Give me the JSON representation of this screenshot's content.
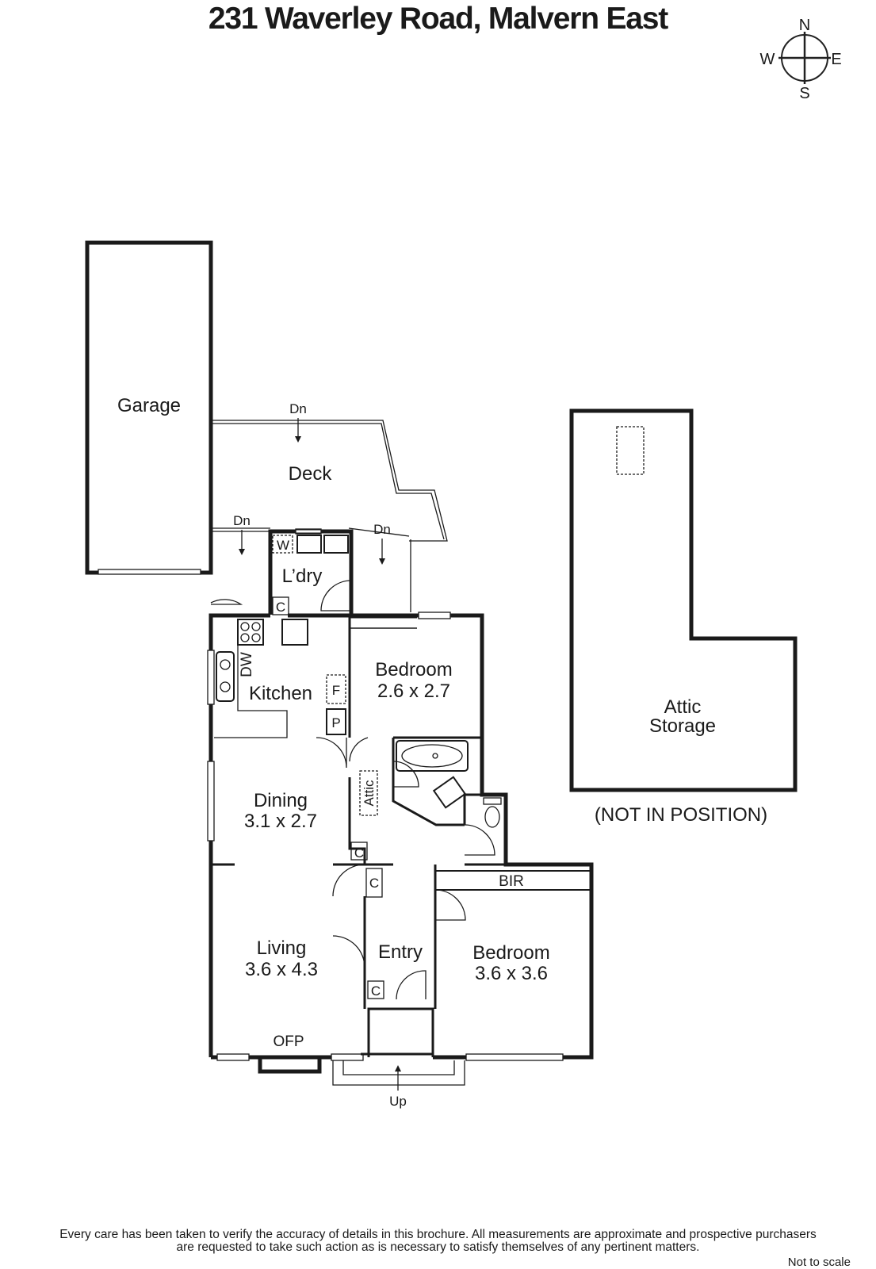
{
  "title": "231 Waverley Road, Malvern East",
  "compass": {
    "n": "N",
    "e": "E",
    "s": "S",
    "w": "W"
  },
  "rooms": {
    "garage": "Garage",
    "deck": "Deck",
    "laundry": "L’dry",
    "kitchen": "Kitchen",
    "dining": "Dining",
    "dining_dim": "3.1 x 2.7",
    "living": "Living",
    "living_dim": "3.6 x 4.3",
    "entry": "Entry",
    "bedroom1": "Bedroom",
    "bedroom1_dim": "2.6 x 2.7",
    "bedroom2": "Bedroom",
    "bedroom2_dim": "3.6 x 3.6",
    "bir": "BIR",
    "ofp": "OFP",
    "attic_hatch": "Attic",
    "attic_storage_1": "Attic",
    "attic_storage_2": "Storage",
    "not_in_position": "(NOT IN POSITION)"
  },
  "fixtures": {
    "washer": "W",
    "dishwasher": "DW",
    "fridge": "F",
    "pantry": "P",
    "cupboard": "C"
  },
  "stairs": {
    "down": "Dn",
    "up": "Up"
  },
  "disclaimer_line1": "Every care has been taken to verify the accuracy of details in this brochure.  All measurements are approximate and prospective purchasers",
  "disclaimer_line2": "are requested to take such action as is necessary to satisfy themselves of any pertinent matters.",
  "scale_note": "Not to scale"
}
